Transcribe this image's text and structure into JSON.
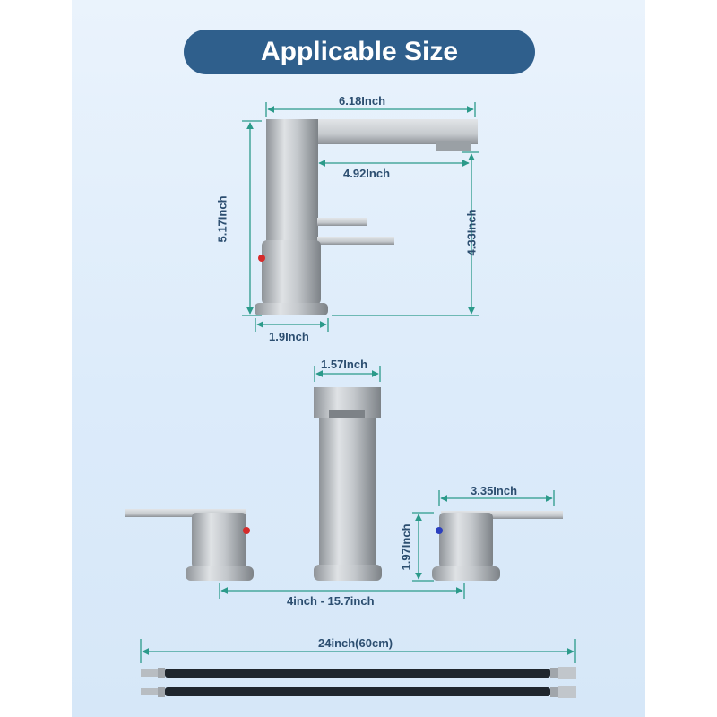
{
  "title": "Applicable Size",
  "dimensions": {
    "spout_length": "6.18Inch",
    "spout_reach": "4.92Inch",
    "total_height": "5.17Inch",
    "spout_height": "4.33Inch",
    "base_width": "1.9Inch",
    "spout_base_diameter": "1.57Inch",
    "handle_length": "3.35Inch",
    "handle_height": "1.97Inch",
    "spread": "4inch - 15.7inch",
    "hose_length": "24inch(60cm)"
  },
  "colors": {
    "title_bg": "#2f5f8c",
    "dimension_line": "#2b9a8a",
    "hot_marker": "#d62b2b",
    "cold_marker": "#2b3fbf"
  }
}
